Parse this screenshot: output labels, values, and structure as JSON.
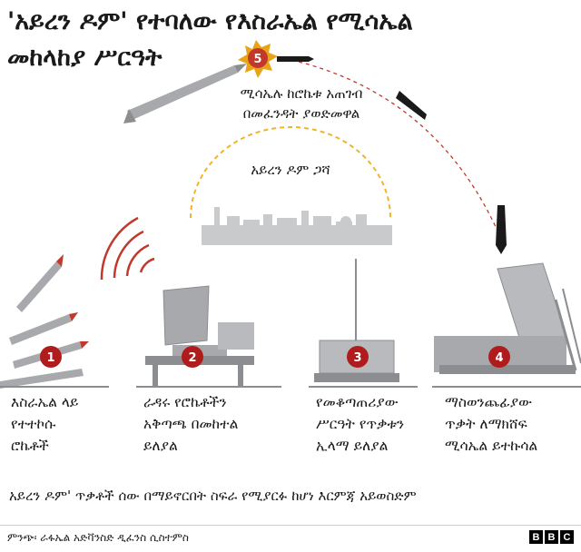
{
  "title": {
    "line1": "'አይረን ዶም' የተባለው የእስራኤል የሚሳኤል",
    "line2": "መከላከያ ሥርዓት"
  },
  "callout": {
    "line1": "ሚሳኤሉ ከሮኬቱ አጠገብ",
    "line2": "በመፈንዳት ያወድመዋል"
  },
  "dome_label": "አይረን ዶም ጋሻ",
  "steps": [
    {
      "number": "1",
      "lines": [
        "እስራኤል ላይ",
        "የተተኮሱ",
        "ሮኬቶች"
      ]
    },
    {
      "number": "2",
      "lines": [
        "ራዳሩ የሮኬቶችን",
        "አቅጣጫ በመከተል",
        "ይለያል"
      ]
    },
    {
      "number": "3",
      "lines": [
        "የመቆጣጠሪያው",
        "ሥርዓት የጥቃቱን",
        "ኢላማ ይለያል"
      ]
    },
    {
      "number": "4",
      "lines": [
        "ማስወንጨፊያው",
        "ጥቃት ለማክሸፍ",
        "ሚሳኤል ይተኩሳል"
      ]
    }
  ],
  "explosion_number": "5",
  "footnote": "አይረን ዶም' ጥቃቶች ሰው በማይኖርበት ስፍራ የሚያርፉ ከሆነ እርምጃ አይወስድም",
  "source": "ምንጭ፡ ራፋኤል አድቫንስድ ዲፈንስ ሲስተምስ",
  "logo": [
    "B",
    "B",
    "C"
  ],
  "colors": {
    "badge": "#b01c1c",
    "explosion": "#e8a317",
    "explosion_core": "#c0392b",
    "equipment": "#a7a9ac",
    "dome": "#f0b429",
    "radar_waves": "#c0392b"
  }
}
